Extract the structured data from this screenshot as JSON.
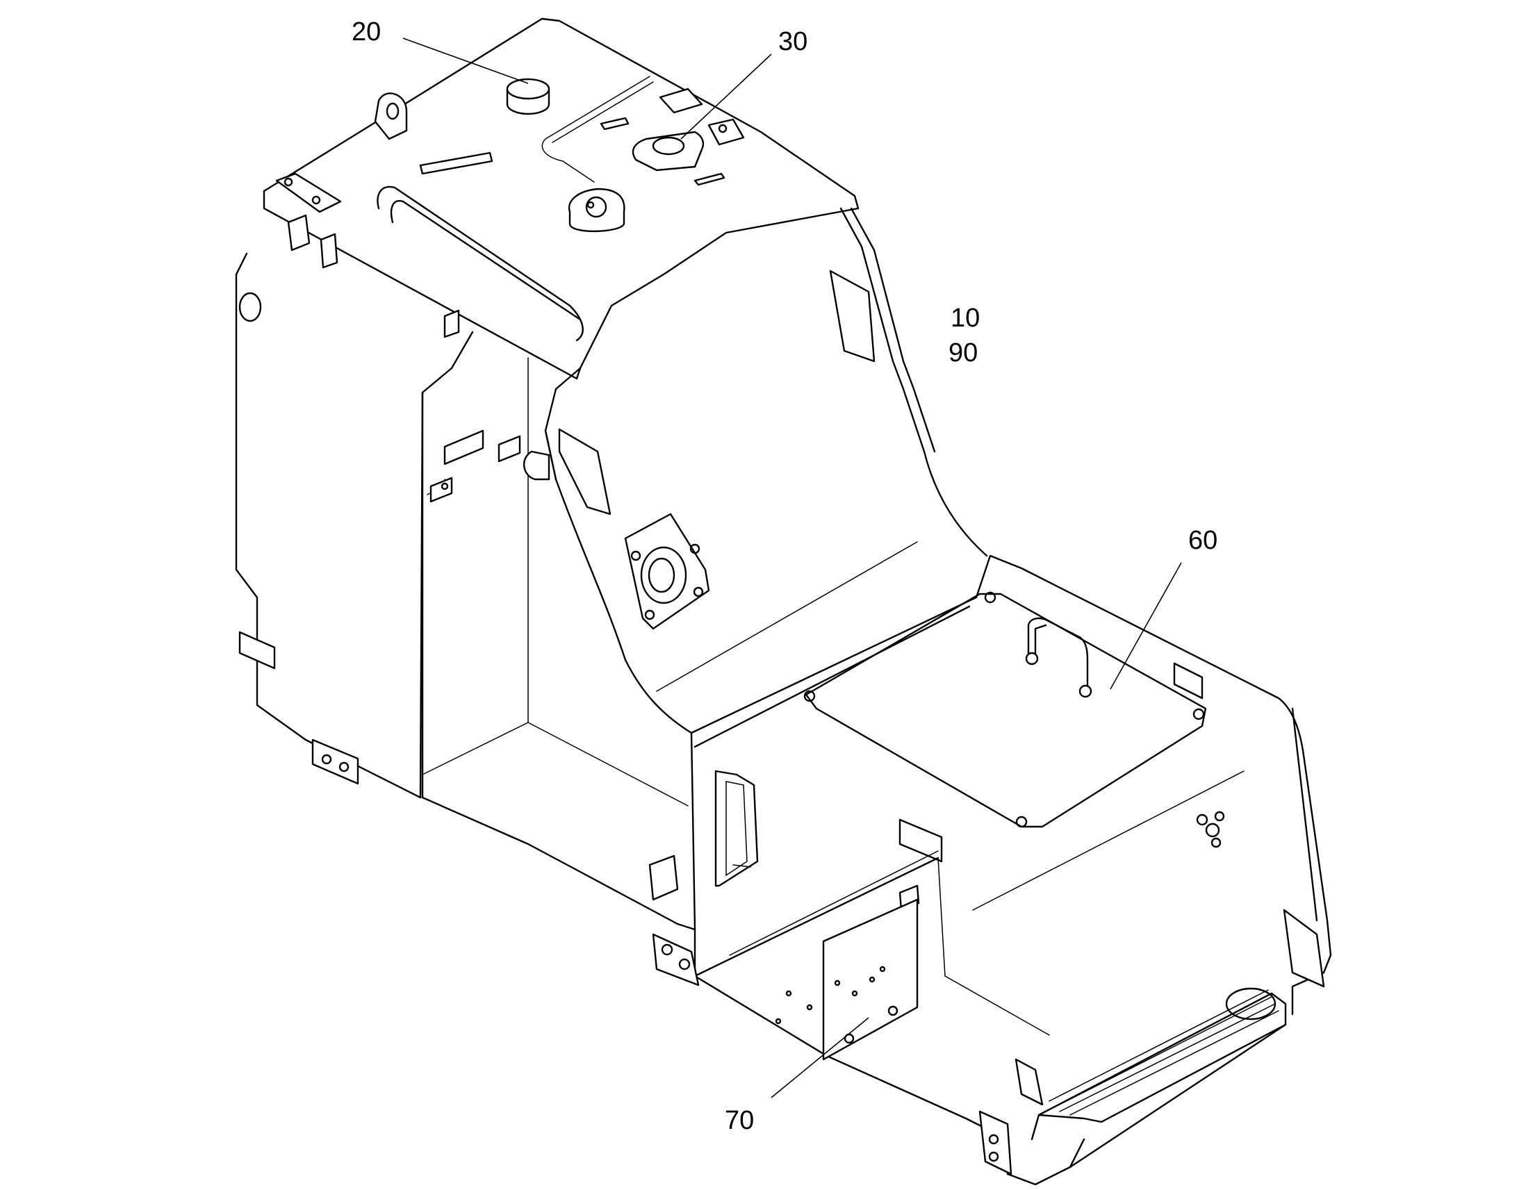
{
  "callouts": {
    "c20": "20",
    "c30": "30",
    "c10": "10",
    "c90": "90",
    "c60": "60",
    "c70": "70"
  },
  "colors": {
    "line": "#000000",
    "background": "#ffffff"
  }
}
